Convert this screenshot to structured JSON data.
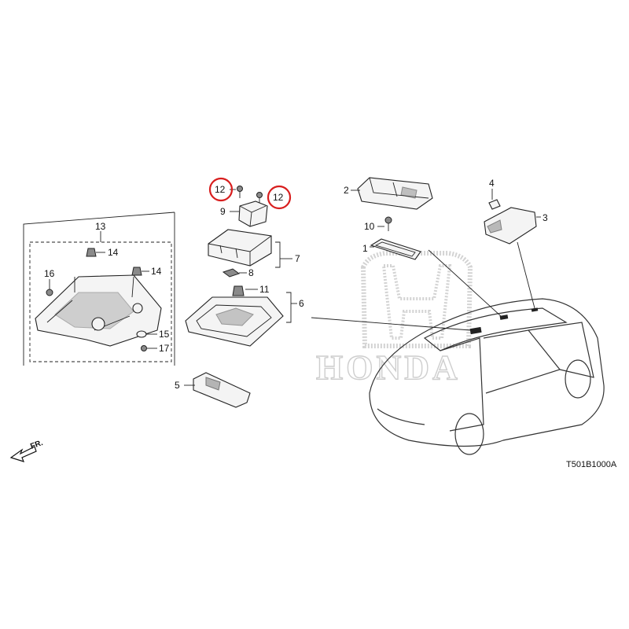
{
  "diagram": {
    "code": "T501B1000A",
    "direction_label": "FR.",
    "watermark_text": "HONDA",
    "callouts": [
      {
        "id": "c1",
        "label": "1"
      },
      {
        "id": "c2",
        "label": "2"
      },
      {
        "id": "c3",
        "label": "3"
      },
      {
        "id": "c4",
        "label": "4"
      },
      {
        "id": "c5",
        "label": "5"
      },
      {
        "id": "c6",
        "label": "6"
      },
      {
        "id": "c7",
        "label": "7"
      },
      {
        "id": "c8",
        "label": "8"
      },
      {
        "id": "c9",
        "label": "9"
      },
      {
        "id": "c10",
        "label": "10"
      },
      {
        "id": "c11",
        "label": "11"
      },
      {
        "id": "c12a",
        "label": "12"
      },
      {
        "id": "c12b",
        "label": "12"
      },
      {
        "id": "c13",
        "label": "13"
      },
      {
        "id": "c14a",
        "label": "14"
      },
      {
        "id": "c14b",
        "label": "14"
      },
      {
        "id": "c15",
        "label": "15"
      },
      {
        "id": "c16",
        "label": "16"
      },
      {
        "id": "c17",
        "label": "17"
      }
    ],
    "highlight_color": "#d81e1e"
  }
}
